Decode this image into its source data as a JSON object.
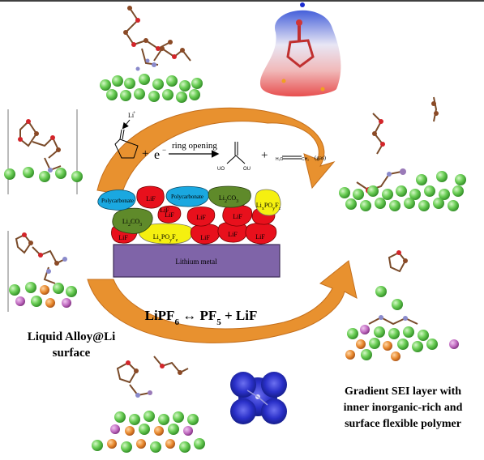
{
  "reaction": {
    "li_plus": "Li",
    "plus1": "+",
    "electron": "e",
    "arrow_label": "ring opening",
    "plus2": "+",
    "gas": "(gas)",
    "uo": "UO",
    "ou": "OU"
  },
  "sei_layers": {
    "top": [
      "Polycarbonate",
      "LiF",
      "Polycarbonate",
      "Li2CO3",
      "LixPOyFz"
    ],
    "middle": [
      "LiF",
      "Li2CO3",
      "LiF",
      "LiF",
      "LiF",
      "LiF"
    ],
    "bottom": [
      "LiF",
      "LixPOyFz",
      "LiF",
      "LiF",
      "LiF"
    ],
    "substrate": "Lithium metal"
  },
  "equation": "LiPF6 ↔ PF5 + LiF",
  "labels": {
    "left_line1": "Liquid Alloy@Li",
    "left_line2": "surface",
    "right_line1": "Gradient SEI layer with",
    "right_line2": "inner inorganic-rich and",
    "right_line3": "surface flexible polymer"
  },
  "colors": {
    "arrow": "#e8912f",
    "lithium_metal": "#7f64a8",
    "lif": "#e8101c",
    "polycarbonate": "#1aa8e0",
    "li2co3": "#5f8a2a",
    "lixpoyfz": "#f5f010",
    "li_atom": "#6ccf57",
    "electrostatic_blue": "#1e2ab0"
  }
}
